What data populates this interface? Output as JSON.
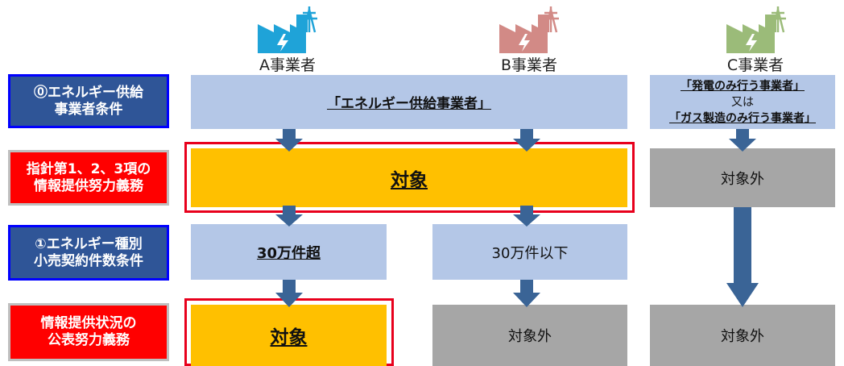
{
  "companies": {
    "a": "A事業者",
    "b": "B事業者",
    "c": "C事業者"
  },
  "left_labels": {
    "row0_line1": "⓪エネルギー供給",
    "row0_line2": "事業者条件",
    "row1_line1": "指針第1、2、3項の",
    "row1_line2": "情報提供努力義務",
    "row2_line1": "①エネルギー種別",
    "row2_line2": "小売契約件数条件",
    "row3_line1": "情報提供状況の",
    "row3_line2": "公表努力義務"
  },
  "row0": {
    "ab_text": "「エネルギー供給事業者」",
    "c_line1": "「発電のみ行う事業者」",
    "c_line2": "又は",
    "c_line3": "「ガス製造のみ行う事業者」"
  },
  "row1": {
    "ab_text": "対象",
    "c_text": "対象外"
  },
  "row2": {
    "a_text": "30万件超",
    "b_text": "30万件以下"
  },
  "row3": {
    "a_text": "対象",
    "b_text": "対象外",
    "c_text": "対象外"
  },
  "colors": {
    "company_a_icon": "#1fa3d8",
    "company_b_icon": "#d28a86",
    "company_c_icon": "#9bbb79",
    "condition_box": "#2f5597",
    "duty_box": "#ff0000",
    "light_blue": "#b4c7e7",
    "gold": "#ffc000",
    "gray": "#a6a6a6",
    "arrow": "#3a6496"
  }
}
